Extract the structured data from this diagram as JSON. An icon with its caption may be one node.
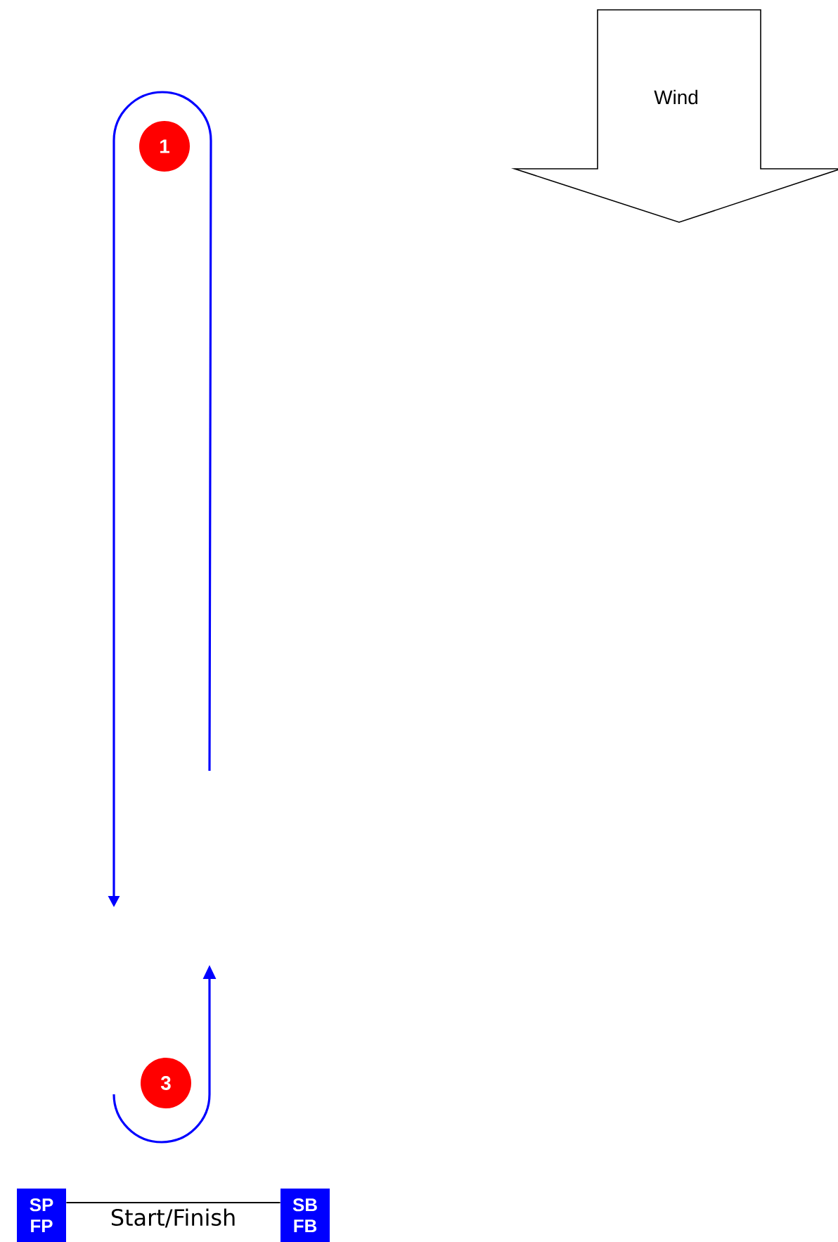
{
  "diagram": {
    "nodes": [
      {
        "text": [
          "Wind"
        ]
      },
      {
        "text": [
          "1"
        ]
      },
      {
        "text": [
          "3"
        ]
      },
      {
        "text": [
          "SP FP"
        ]
      },
      {
        "text": [
          "SB FB"
        ]
      }
    ],
    "edges": [
      {
        "from": 3,
        "to": 4,
        "arrow": "none",
        "label": "Start/Finish"
      }
    ]
  }
}
